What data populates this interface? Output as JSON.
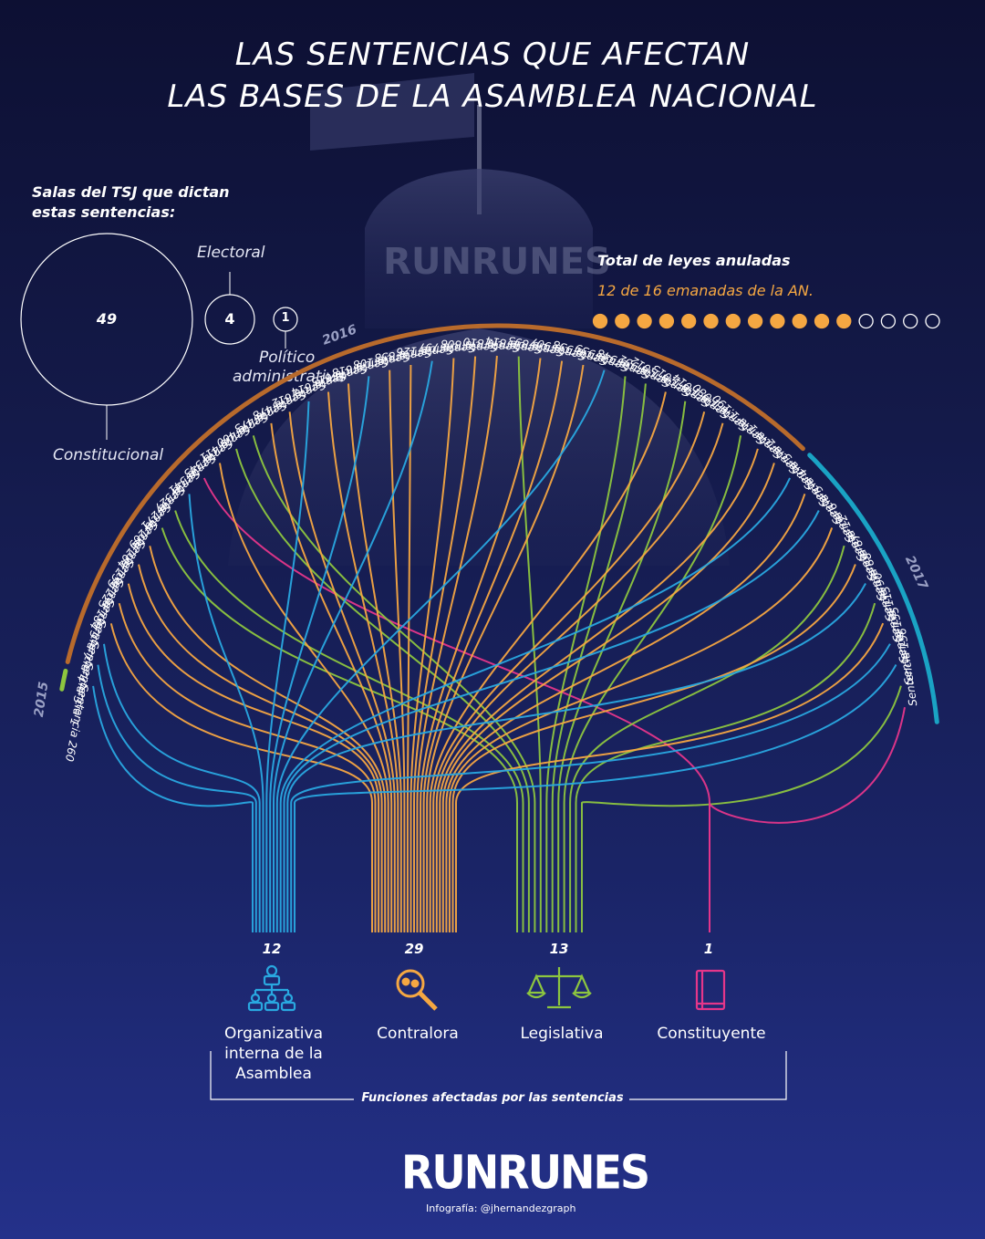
{
  "title": {
    "line1": "LAS SENTENCIAS QUE AFECTAN",
    "line2": "LAS BASES DE LA ASAMBLEA NACIONAL"
  },
  "salas": {
    "heading_line1": "Salas del TSJ que dictan",
    "heading_line2": "estas sentencias:",
    "items": [
      {
        "name": "Constitucional",
        "value": "49"
      },
      {
        "name": "Electoral",
        "value": "4"
      },
      {
        "name_line1": "Político",
        "name_line2": "administrativa",
        "value": "1"
      }
    ]
  },
  "leyes": {
    "heading": "Total de leyes anuladas",
    "subtitle": "12 de 16 emanadas de la AN.",
    "annulled": 12,
    "total": 16,
    "filled_color": "#f5a742"
  },
  "years": [
    {
      "label": "2015",
      "color": "#8dc63f"
    },
    {
      "label": "2016",
      "color": "#b86a2c"
    },
    {
      "label": "2017",
      "color": "#1aa3c4"
    }
  ],
  "sentencias": [
    {
      "label": "Sentencia 260",
      "func": "org"
    },
    {
      "label": "Sentencia 1",
      "func": "org"
    },
    {
      "label": "Sentencia 3",
      "func": "org"
    },
    {
      "label": "Sentencia 4",
      "func": "con"
    },
    {
      "label": "Sentencia 7",
      "func": "con"
    },
    {
      "label": "Sentencia 9",
      "func": "con"
    },
    {
      "label": "Sentencia 184",
      "func": "con"
    },
    {
      "label": "Sentencia 225",
      "func": "con"
    },
    {
      "label": "Sentencia 259",
      "func": "leg"
    },
    {
      "label": "Sentencia 264",
      "func": "leg"
    },
    {
      "label": "Sentencia 269",
      "func": "org"
    },
    {
      "label": "Sentencia 271",
      "func": "cst"
    },
    {
      "label": "Sentencia 327",
      "func": "con"
    },
    {
      "label": "Sentencia 341",
      "func": "leg"
    },
    {
      "label": "Sentencia 343",
      "func": "leg"
    },
    {
      "label": "Sentencia 411",
      "func": "con"
    },
    {
      "label": "Sentencia 460",
      "func": "con"
    },
    {
      "label": "Sentencia 473",
      "func": "org"
    },
    {
      "label": "Sentencia 478",
      "func": "con"
    },
    {
      "label": "Sentencia 612",
      "func": "con"
    },
    {
      "label": "Sentencia 614",
      "func": "org"
    },
    {
      "label": "Sentencia 615",
      "func": "con"
    },
    {
      "label": "Sentencia 618",
      "func": "con"
    },
    {
      "label": "Sentencia 108",
      "func": "org"
    },
    {
      "label": "Sentencia 858",
      "func": "con"
    },
    {
      "label": "Sentencia 126",
      "func": "con"
    },
    {
      "label": "Sentencia 797",
      "func": "con"
    },
    {
      "label": "Sentencia 808",
      "func": "leg"
    },
    {
      "label": "Sentencia 810",
      "func": "con"
    },
    {
      "label": "Sentencia 814",
      "func": "con"
    },
    {
      "label": "Sentencia 893",
      "func": "con"
    },
    {
      "label": "Sentencia 907",
      "func": "org"
    },
    {
      "label": "Sentencia 938",
      "func": "leg"
    },
    {
      "label": "Sentencia 939",
      "func": "leg"
    },
    {
      "label": "Sentencia 948",
      "func": "con"
    },
    {
      "label": "Sentencia 952",
      "func": "leg"
    },
    {
      "label": "Sentencia 1.012",
      "func": "con"
    },
    {
      "label": "Sentencia 1.013",
      "func": "con"
    },
    {
      "label": "Sentencia 1.014",
      "func": "leg"
    },
    {
      "label": "Sentencia 1.080",
      "func": "con"
    },
    {
      "label": "Sentencia 1.190",
      "func": "con"
    },
    {
      "label": "Sentencia 1",
      "func": "org"
    },
    {
      "label": "Sentencia 2",
      "func": "con"
    },
    {
      "label": "Sentencia 3",
      "func": "org"
    },
    {
      "label": "Sentencia 4",
      "func": "con"
    },
    {
      "label": "Sentencia 5",
      "func": "leg"
    },
    {
      "label": "Sentencia 6",
      "func": "con"
    },
    {
      "label": "Sentencia 12",
      "func": "org"
    },
    {
      "label": "Sentencia 87",
      "func": "leg"
    },
    {
      "label": "Sentencia 88",
      "func": "con"
    },
    {
      "label": "Sentencia 90",
      "func": "org"
    },
    {
      "label": "Sentencia 113",
      "func": "org"
    },
    {
      "label": "Sentencia 155",
      "func": "leg"
    },
    {
      "label": "Sentencia 156",
      "func": "cst"
    }
  ],
  "funciones": [
    {
      "key": "org",
      "count": "12",
      "label_lines": [
        "Organizativa",
        "interna de la",
        "Asamblea"
      ],
      "color": "#29a8e0",
      "icon": "org-chart-icon"
    },
    {
      "key": "con",
      "count": "29",
      "label_lines": [
        "Contralora"
      ],
      "color": "#f5a742",
      "icon": "magnifier-icon"
    },
    {
      "key": "leg",
      "count": "13",
      "label_lines": [
        "Legislativa"
      ],
      "color": "#8dc63f",
      "icon": "scales-icon"
    },
    {
      "key": "cst",
      "count": "1",
      "label_lines": [
        "Constituyente"
      ],
      "color": "#e5368a",
      "icon": "book-icon"
    }
  ],
  "footer": {
    "bracket_label": "Funciones afectadas por las sentencias",
    "brand": "RUNRUNES",
    "credit": "Infografía: @jhernandezgraph"
  }
}
